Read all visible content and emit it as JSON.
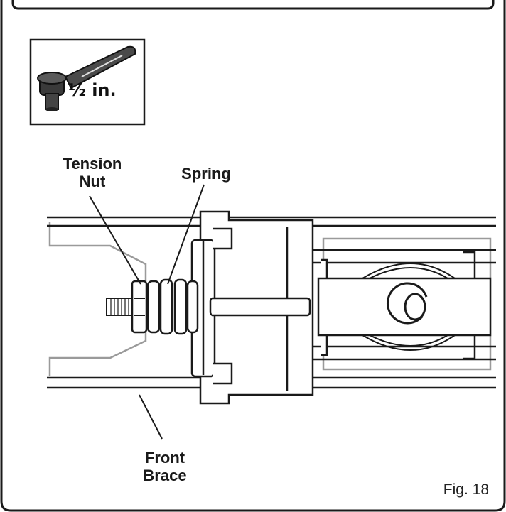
{
  "tool": {
    "icon": "ratchet-wrench-icon",
    "size_label": "½ in."
  },
  "callouts": {
    "tension_nut": "Tension\nNut",
    "spring": "Spring",
    "front_brace": "Front\nBrace"
  },
  "figure": {
    "label": "Fig. 18"
  },
  "colors": {
    "line": "#1a1a1a",
    "ghost": "#9a9a9a",
    "background": "#ffffff"
  }
}
